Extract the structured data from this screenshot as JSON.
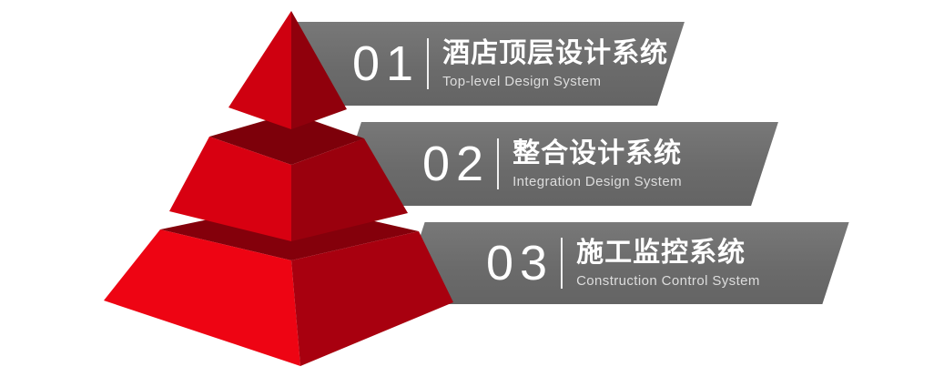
{
  "figure": {
    "kind": "three-tier pyramid infographic",
    "tier_count": 3
  },
  "colors": {
    "banner_gray": "#6b6b6b",
    "pyramid_bright_red": "#e60012",
    "pyramid_side_red": "#a0000f",
    "pyramid_top_red": "#84000b",
    "title_white": "#ffffff",
    "subtitle_gray": "#dddddd"
  },
  "items": [
    {
      "number": "01",
      "title_zh": "酒店顶层设计系统",
      "title_en": "Top-level Design System"
    },
    {
      "number": "02",
      "title_zh": "整合设计系统",
      "title_en": "Integration Design System"
    },
    {
      "number": "03",
      "title_zh": "施工监控系统",
      "title_en": "Construction Control System"
    }
  ]
}
